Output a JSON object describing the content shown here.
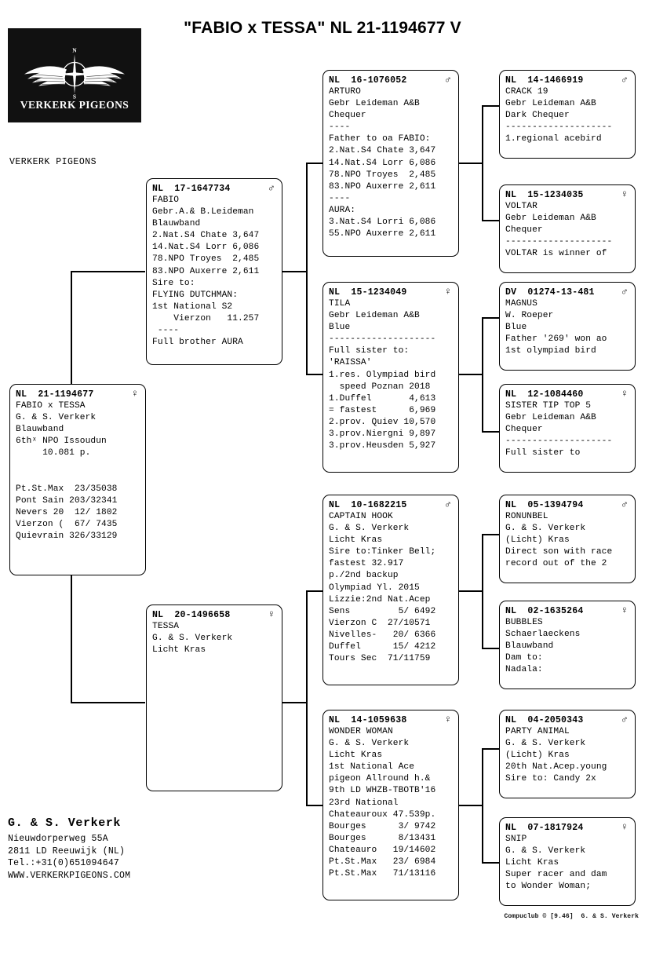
{
  "header": {
    "title": "\"FABIO x TESSA\"  NL  21-1194677 V",
    "logo_brand": "VERKERK PIGEONS",
    "logo_icon": "winged-compass-logo",
    "owner_label": "VERKERK PIGEONS"
  },
  "footer": {
    "name": "G. & S. Verkerk",
    "address1": "Nieuwdorperweg 55A",
    "address2": "2811 LD  Reeuwijk (NL)",
    "phone": "Tel.:+31(0)651094647",
    "website": "WWW.VERKERKPIGEONS.COM",
    "copyright": "Compuclub © [9.46]  G. & S. Verkerk"
  },
  "pedigree": {
    "subject": {
      "ring": "NL  21-1194677",
      "sex": "♀",
      "lines": [
        "FABIO x TESSA",
        "G. & S. Verkerk",
        "Blauwband",
        "6thˣ NPO Issoudun",
        "     10.081 p.",
        "",
        "",
        "Pt.St.Max  23/35038",
        "Pont Sain 203/32341",
        "Nevers 20  12/ 1802",
        "Vierzon (  67/ 7435",
        "Quievrain 326/33129"
      ]
    },
    "gen1": [
      {
        "ring": "NL  17-1647734",
        "sex": "♂",
        "lines": [
          "FABIO",
          "Gebr.A.& B.Leideman",
          "Blauwband",
          "2.Nat.S4 Chate 3,647",
          "14.Nat.S4 Lorr 6,086",
          "78.NPO Troyes  2,485",
          "83.NPO Auxerre 2,611",
          "Sire to:",
          "FLYING DUTCHMAN:",
          "1st National S2",
          "    Vierzon   11.257",
          " ----",
          "Full brother AURA"
        ]
      },
      {
        "ring": "NL  20-1496658",
        "sex": "♀",
        "lines": [
          "TESSA",
          "G. & S. Verkerk",
          "Licht Kras"
        ]
      }
    ],
    "gen2": [
      {
        "ring": "NL  16-1076052",
        "sex": "♂",
        "lines": [
          "ARTURO",
          "Gebr Leideman A&B",
          "Chequer",
          "----",
          "Father to oa FABIO:",
          "2.Nat.S4 Chate 3,647",
          "14.Nat.S4 Lorr 6,086",
          "78.NPO Troyes  2,485",
          "83.NPO Auxerre 2,611",
          "----",
          "AURA:",
          "3.Nat.S4 Lorri 6,086",
          "55.NPO Auxerre 2,611"
        ]
      },
      {
        "ring": "NL  15-1234049",
        "sex": "♀",
        "lines": [
          "TILA",
          "Gebr Leideman A&B",
          "Blue",
          "--------------------",
          "Full sister to:",
          "'RAISSA'",
          "1.res. Olympiad bird",
          "  speed Poznan 2018",
          "1.Duffel       4,613",
          "= fastest      6,969",
          "2.prov. Quiev 10,570",
          "3.prov.Niergni 9,897",
          "3.prov.Heusden 5,927"
        ]
      },
      {
        "ring": "NL  10-1682215",
        "sex": "♂",
        "lines": [
          "CAPTAIN HOOK",
          "G. & S. Verkerk",
          "Licht Kras",
          "Sire to:Tinker Bell;",
          "fastest 32.917",
          "p./2nd backup",
          "Olympiad Yl. 2015",
          "Lizzie:2nd Nat.Acep",
          "Sens         5/ 6492",
          "Vierzon C  27/10571",
          "Nivelles-   20/ 6366",
          "Duffel      15/ 4212",
          "Tours Sec  71/11759"
        ]
      },
      {
        "ring": "NL  14-1059638",
        "sex": "♀",
        "lines": [
          "WONDER WOMAN",
          "G. & S. Verkerk",
          "Licht Kras",
          "1st National Ace",
          "pigeon Allround h.&",
          "9th LD WHZB-TBOTB'16",
          "23rd National",
          "Chateauroux 47.539p.",
          "Bourges      3/ 9742",
          "Bourges      8/13431",
          "Chateauro   19/14602",
          "Pt.St.Max   23/ 6984",
          "Pt.St.Max   71/13116"
        ]
      }
    ],
    "gen3": [
      {
        "ring": "NL  14-1466919",
        "sex": "♂",
        "lines": [
          "CRACK 19",
          "Gebr Leideman A&B",
          "Dark Chequer",
          "--------------------",
          "1.regional acebird"
        ]
      },
      {
        "ring": "NL  15-1234035",
        "sex": "♀",
        "lines": [
          "VOLTAR",
          "Gebr Leideman A&B",
          "Chequer",
          "--------------------",
          "VOLTAR is winner of"
        ]
      },
      {
        "ring": "DV  01274-13-481",
        "sex": "♂",
        "lines": [
          "MAGNUS",
          "W. Roeper",
          "Blue",
          "Father '269' won ao",
          "1st olympiad bird"
        ]
      },
      {
        "ring": "NL  12-1084460",
        "sex": "♀",
        "lines": [
          "SISTER TIP TOP 5",
          "Gebr Leideman A&B",
          "Chequer",
          "--------------------",
          "Full sister to"
        ]
      },
      {
        "ring": "NL  05-1394794",
        "sex": "♂",
        "lines": [
          "RONUNBEL",
          "G. & S. Verkerk",
          "(Licht) Kras",
          "Direct son with race",
          "record out of the 2"
        ]
      },
      {
        "ring": "NL  02-1635264",
        "sex": "♀",
        "lines": [
          "BUBBLES",
          "Schaerlaeckens",
          "Blauwband",
          "Dam to:",
          "Nadala:"
        ]
      },
      {
        "ring": "NL  04-2050343",
        "sex": "♂",
        "lines": [
          "PARTY ANIMAL",
          "G. & S. Verkerk",
          "(Licht) Kras",
          "20th Nat.Acep.young",
          "Sire to: Candy 2x"
        ]
      },
      {
        "ring": "NL  07-1817924",
        "sex": "♀",
        "lines": [
          "SNIP",
          "G. & S. Verkerk",
          "Licht Kras",
          "Super racer and dam",
          "to Wonder Woman;"
        ]
      }
    ]
  }
}
